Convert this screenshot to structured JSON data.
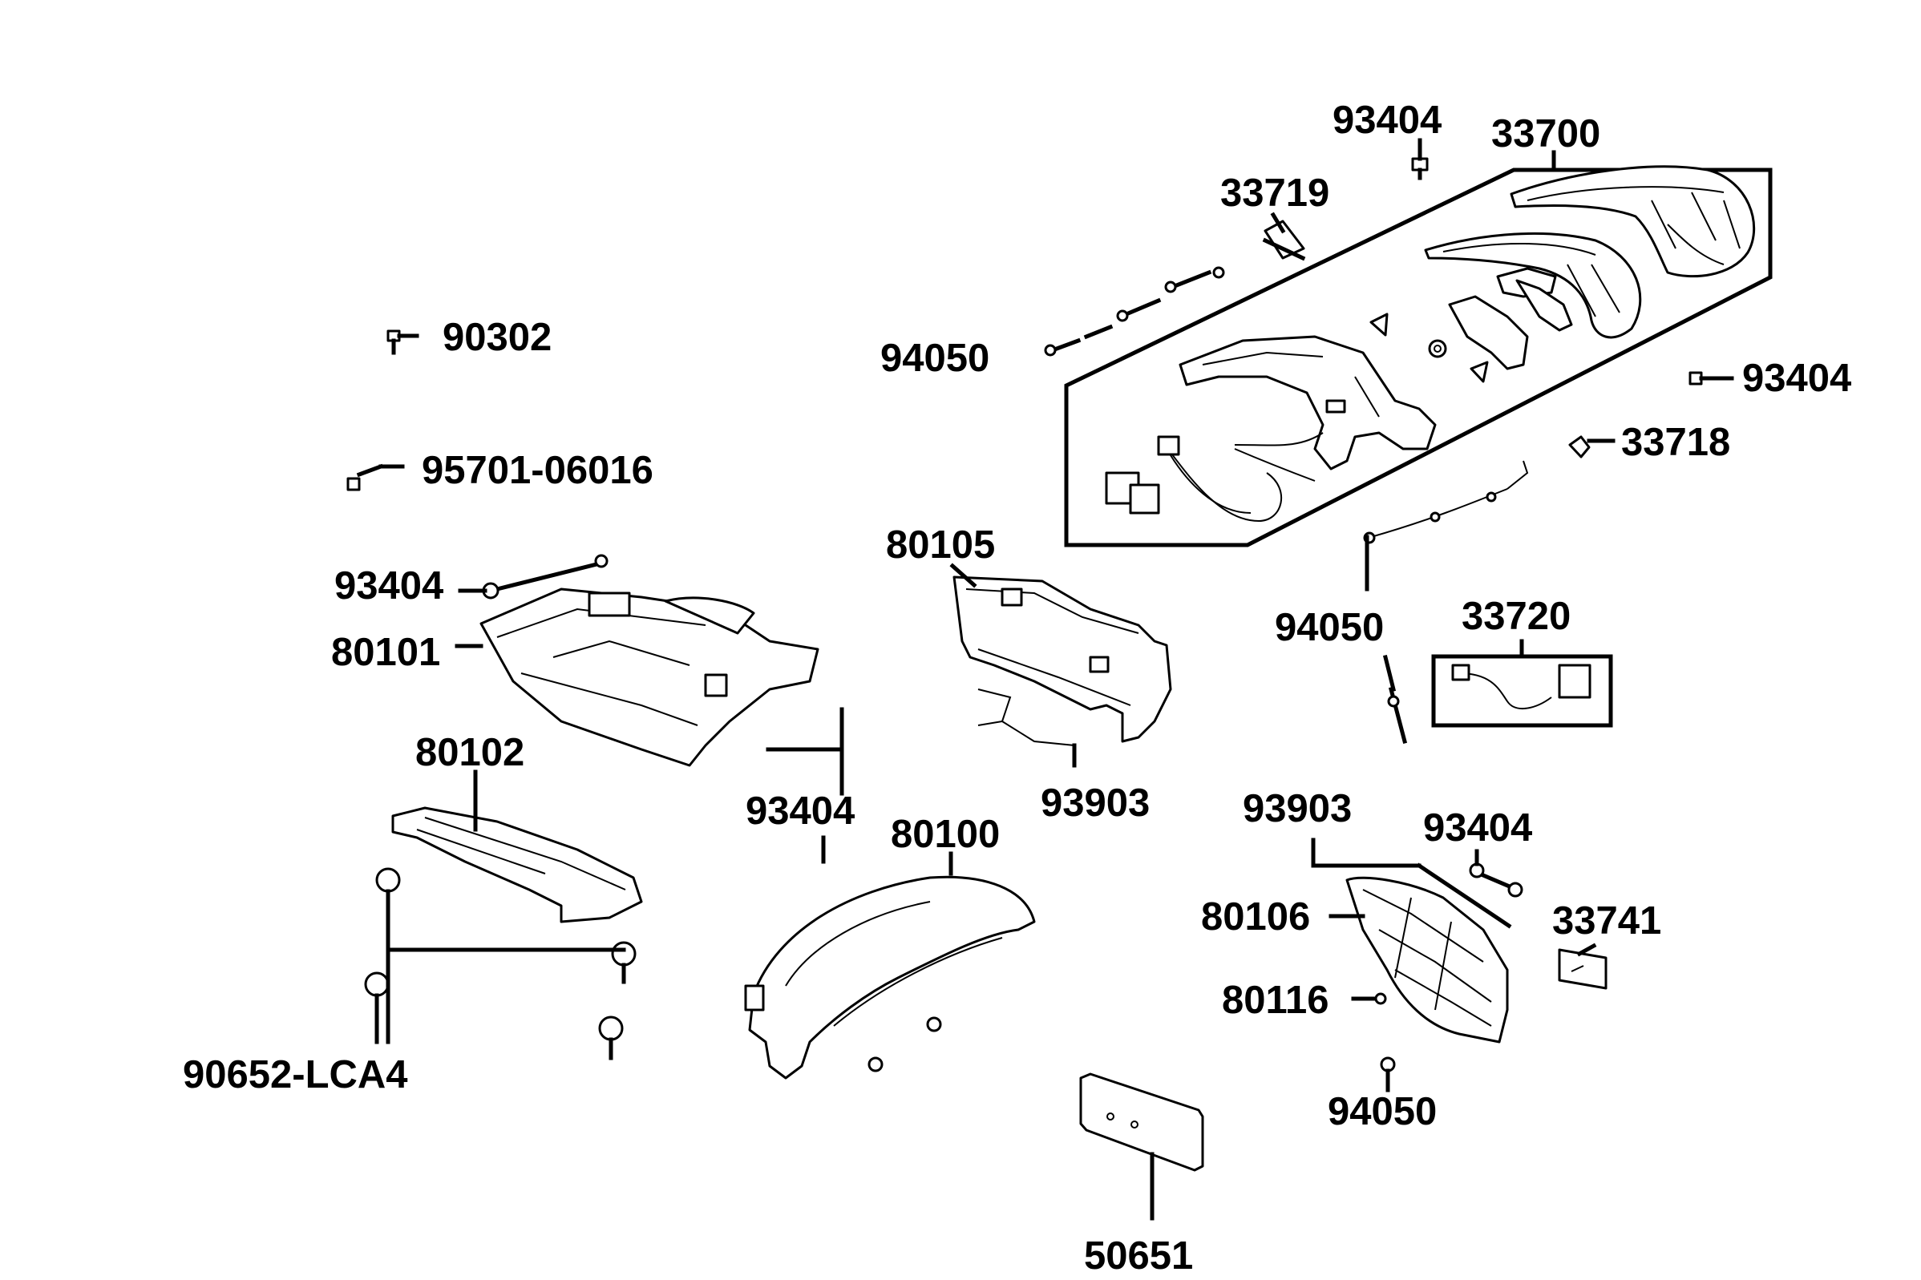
{
  "diagram": {
    "labels": {
      "l_93404_top": "93404",
      "l_33700": "33700",
      "l_33719": "33719",
      "l_90302": "90302",
      "l_94050_upper": "94050",
      "l_93404_right": "93404",
      "l_33718": "33718",
      "l_95701": "95701-06016",
      "l_93404_left": "93404",
      "l_80105": "80105",
      "l_80101": "80101",
      "l_94050_mid": "94050",
      "l_33720": "33720",
      "l_80102": "80102",
      "l_93404_mid": "93404",
      "l_93903_mid": "93903",
      "l_80100": "80100",
      "l_93903_right": "93903",
      "l_93404_lowright": "93404",
      "l_80106": "80106",
      "l_33741": "33741",
      "l_80116": "80116",
      "l_90652": "90652-LCA4",
      "l_94050_low": "94050",
      "l_50651": "50651"
    }
  }
}
